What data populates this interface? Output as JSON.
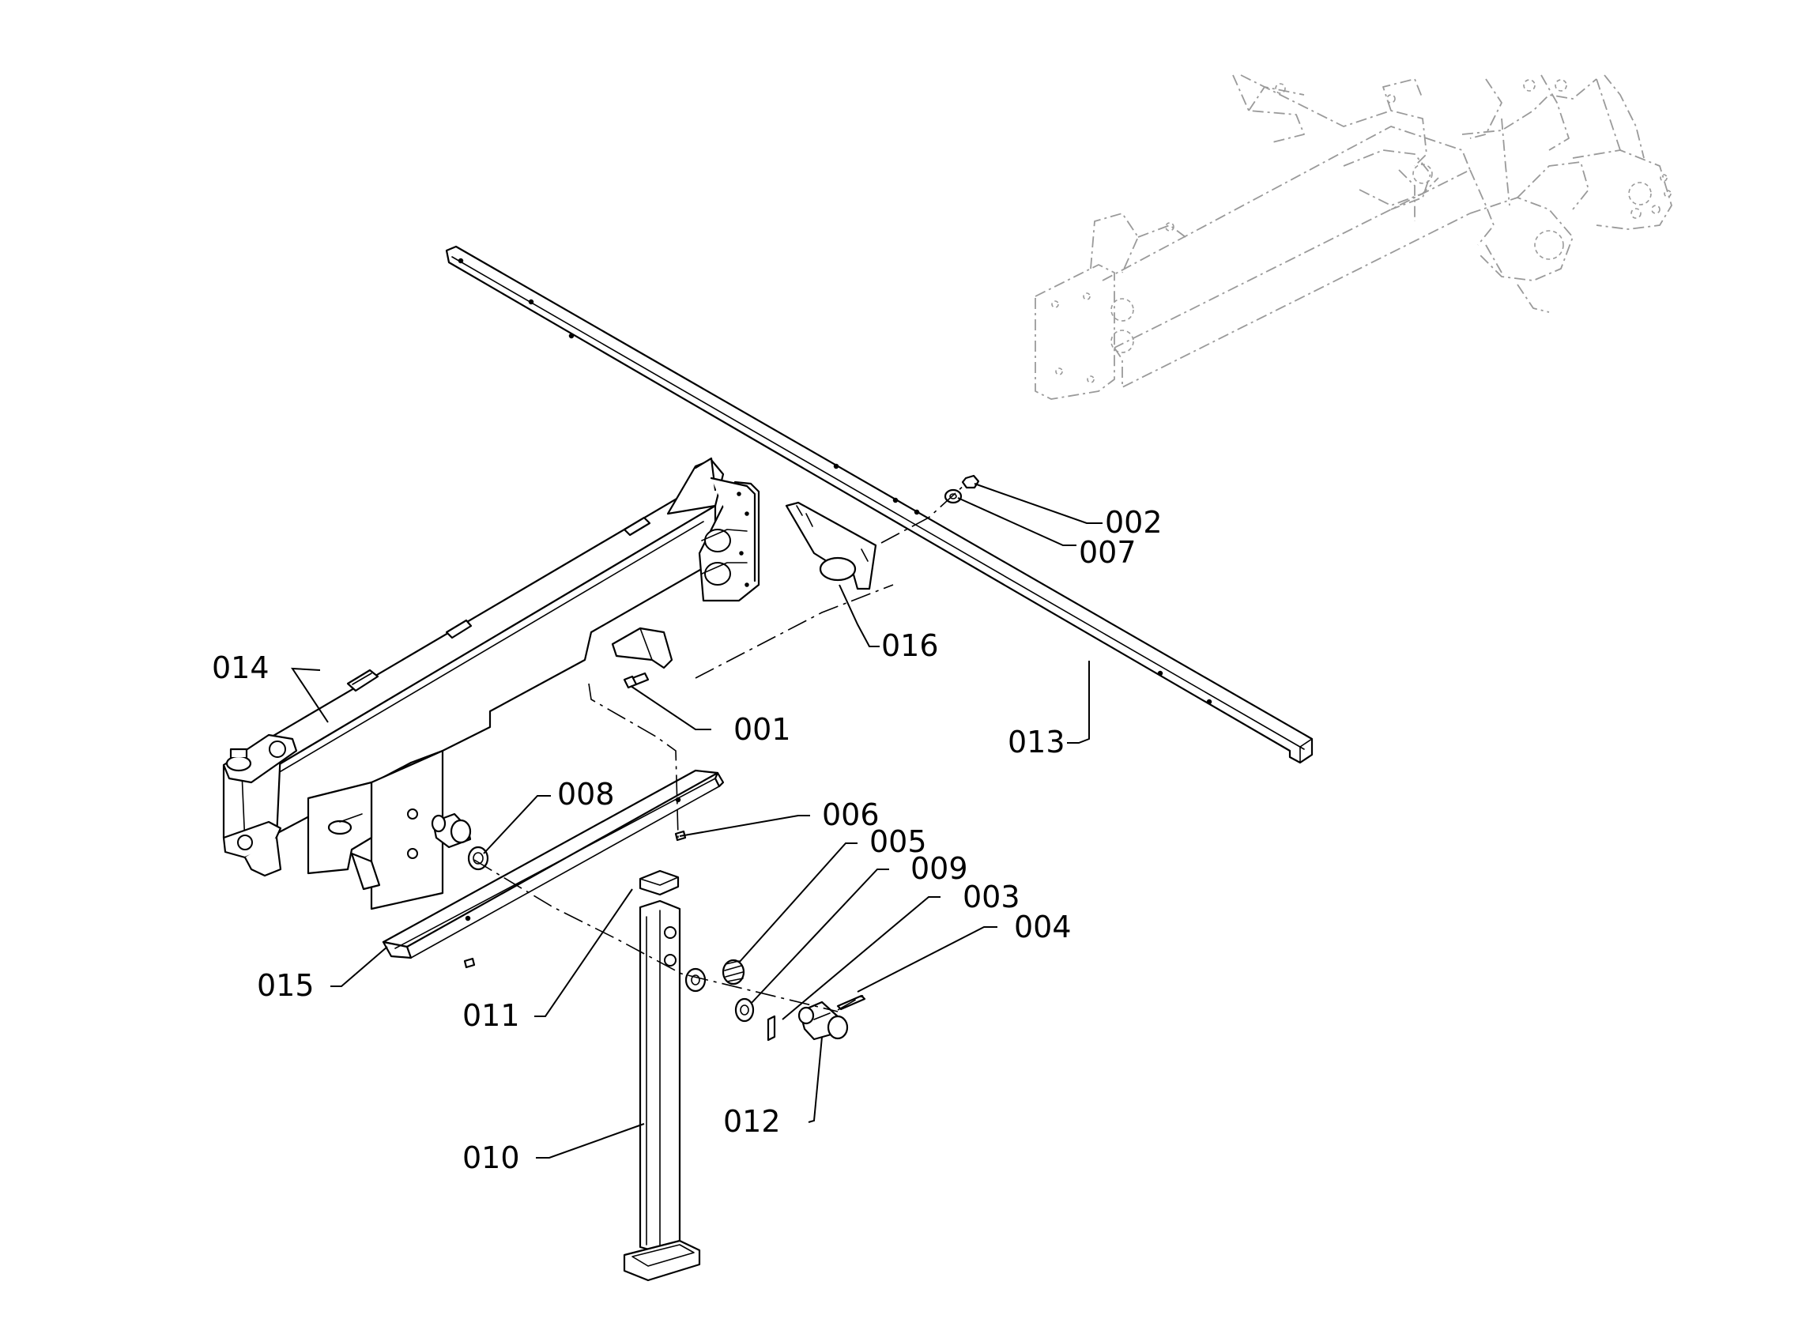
{
  "callouts": [
    {
      "id": "c001",
      "label": "001"
    },
    {
      "id": "c002",
      "label": "002"
    },
    {
      "id": "c003",
      "label": "003"
    },
    {
      "id": "c004",
      "label": "004"
    },
    {
      "id": "c005",
      "label": "005"
    },
    {
      "id": "c006",
      "label": "006"
    },
    {
      "id": "c007",
      "label": "007"
    },
    {
      "id": "c008",
      "label": "008"
    },
    {
      "id": "c009",
      "label": "009"
    },
    {
      "id": "c010",
      "label": "010"
    },
    {
      "id": "c011",
      "label": "011"
    },
    {
      "id": "c012",
      "label": "012"
    },
    {
      "id": "c013",
      "label": "013"
    },
    {
      "id": "c014",
      "label": "014"
    },
    {
      "id": "c015",
      "label": "015"
    },
    {
      "id": "c016",
      "label": "016"
    }
  ]
}
